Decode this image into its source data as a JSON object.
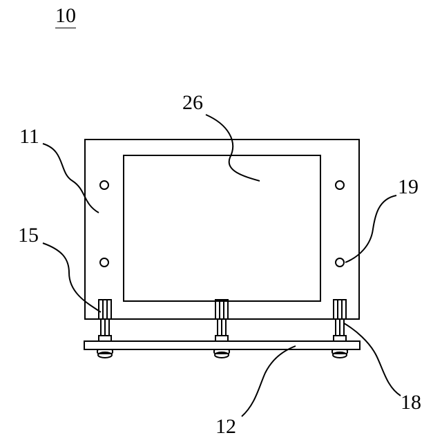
{
  "figure": {
    "number": "10",
    "labels": {
      "upper_plate": "11",
      "base_plate": "12",
      "left_post": "15",
      "right_post": "18",
      "hole": "19",
      "window": "26"
    }
  },
  "colors": {
    "line": "#000000",
    "background": "#ffffff"
  }
}
